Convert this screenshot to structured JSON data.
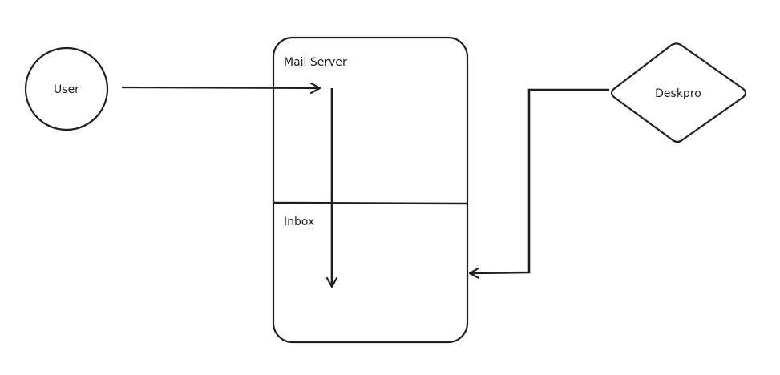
{
  "nodes": {
    "user": {
      "label": "User",
      "shape": "circle"
    },
    "mail_server": {
      "label": "Mail Server",
      "shape": "rounded-rectangle"
    },
    "inbox": {
      "label": "Inbox",
      "shape": "compartment"
    },
    "deskpro": {
      "label": "Deskpro",
      "shape": "diamond"
    }
  },
  "edges": [
    {
      "from": "User",
      "to": "Mail Server"
    },
    {
      "from": "Mail Server",
      "to": "Inbox"
    },
    {
      "from": "Deskpro",
      "to": "Inbox"
    }
  ],
  "colors": {
    "stroke": "#1e1e1e",
    "background": "#ffffff"
  }
}
